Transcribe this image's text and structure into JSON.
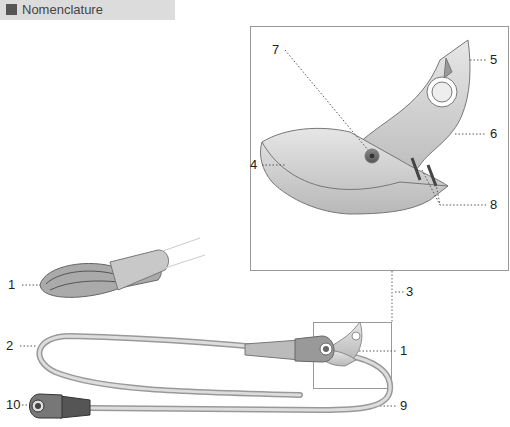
{
  "diagram": {
    "title": "Nomenclature",
    "labels": [
      "7",
      "5",
      "6",
      "4",
      "8",
      "1",
      "2",
      "3",
      "1",
      "10",
      "9"
    ]
  }
}
